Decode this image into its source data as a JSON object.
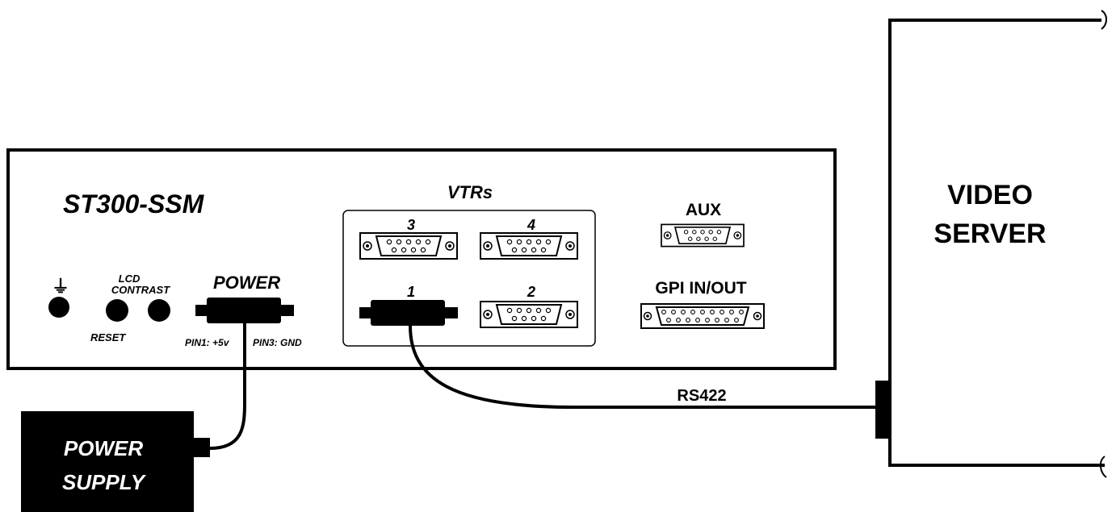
{
  "device": {
    "model": "ST300-SSM",
    "ground_symbol": "⏚",
    "lcd_label_line1": "LCD",
    "lcd_label_line2": "CONTRAST",
    "reset_label": "RESET",
    "power_label": "POWER",
    "pin1_label": "PIN1: +5v",
    "pin3_label": "PIN3: GND",
    "vtrs_label": "VTRs",
    "vtr_ports": [
      "3",
      "4",
      "1",
      "2"
    ],
    "aux_label": "AUX",
    "gpi_label": "GPI IN/OUT"
  },
  "power_supply": {
    "line1": "POWER",
    "line2": "SUPPLY"
  },
  "video_server": {
    "line1": "VIDEO",
    "line2": "SERVER"
  },
  "cable": {
    "label": "RS422"
  },
  "colors": {
    "ink": "#000000",
    "background": "#ffffff"
  }
}
